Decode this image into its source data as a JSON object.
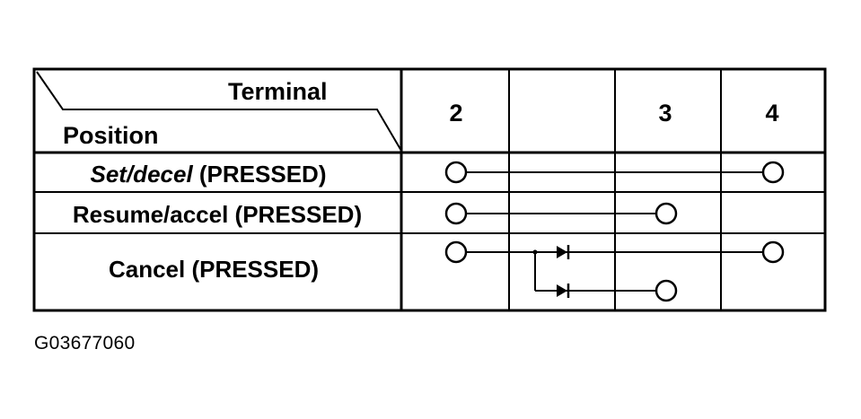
{
  "table": {
    "header_terminal": "Terminal",
    "header_position": "Position",
    "terminal_columns": [
      "2",
      "",
      "3",
      "4"
    ],
    "rows": [
      {
        "label_italic": "Set/decel",
        "label_rest": " (PRESSED)"
      },
      {
        "label_italic": "",
        "label_rest": "Resume/accel (PRESSED)"
      },
      {
        "label_italic": "",
        "label_rest": "Cancel (PRESSED)"
      }
    ]
  },
  "continuity": [
    {
      "row": "Set/decel (PRESSED)",
      "connects": [
        "2",
        "4"
      ]
    },
    {
      "row": "Resume/accel (PRESSED)",
      "connects": [
        "2",
        "3"
      ]
    },
    {
      "row": "Cancel (PRESSED)",
      "connects": [
        "2",
        "4 (via diode)",
        "3 (via diode)"
      ]
    }
  ],
  "figure_id": "G03677060"
}
